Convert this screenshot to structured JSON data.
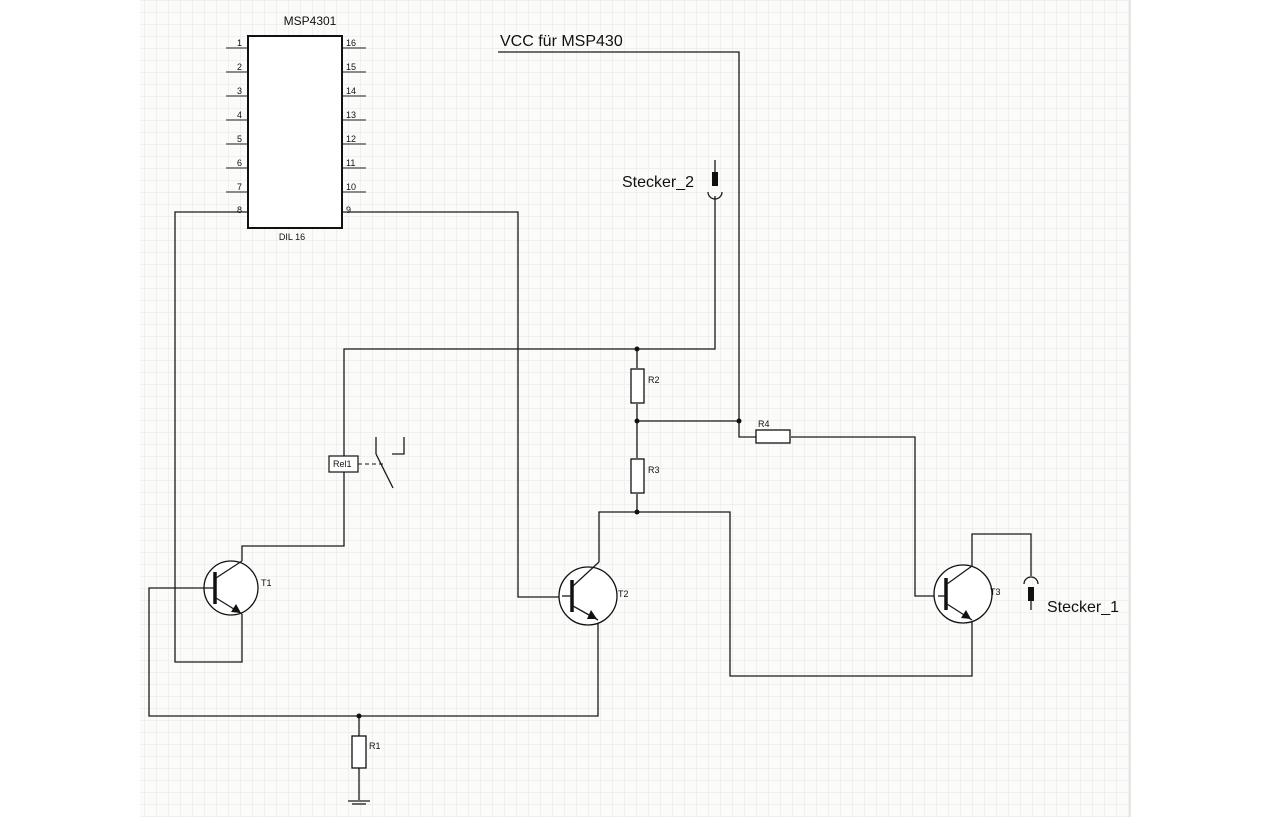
{
  "ic": {
    "name": "MSP4301",
    "package": "DIL 16",
    "left_pins": [
      "1",
      "2",
      "3",
      "4",
      "5",
      "6",
      "7",
      "8"
    ],
    "right_pins": [
      "16",
      "15",
      "14",
      "13",
      "12",
      "11",
      "10",
      "9"
    ]
  },
  "labels": {
    "vcc": "VCC für MSP430",
    "stecker_2": "Stecker_2",
    "stecker_1": "Stecker_1",
    "relay": "Rel1"
  },
  "components": {
    "r1": "R1",
    "r2": "R2",
    "r3": "R3",
    "r4": "R4",
    "t1": "T1",
    "t2": "T2",
    "t3": "T3"
  },
  "colors": {
    "background": "#ffffff",
    "grid": "#e6e6e6",
    "sheet": "#fbfbf9",
    "wire": "#1a1a1a"
  }
}
